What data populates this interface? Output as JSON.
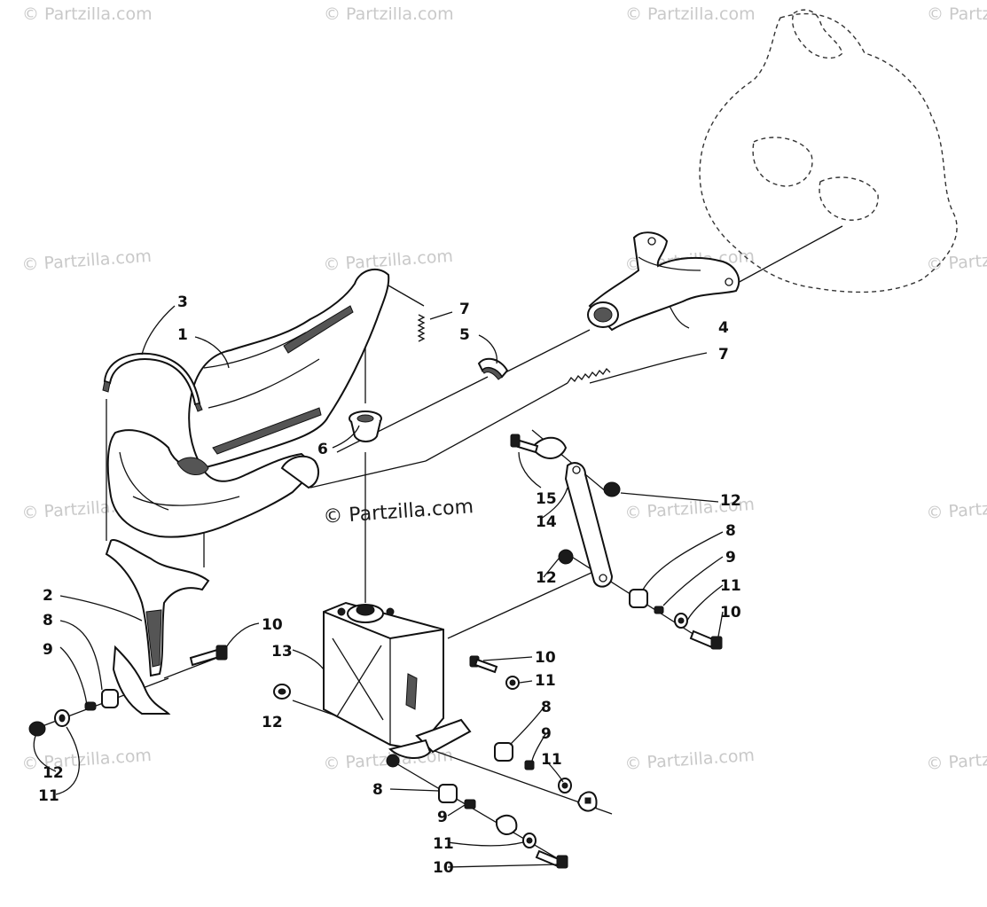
{
  "watermark": "© Partzilla.com",
  "callouts": {
    "c1": "1",
    "c2": "2",
    "c3": "3",
    "c4": "4",
    "c5": "5",
    "c6": "6",
    "c7a": "7",
    "c7b": "7",
    "c8a": "8",
    "c8b": "8",
    "c8c": "8",
    "c8d": "8",
    "c9a": "9",
    "c9b": "9",
    "c9c": "9",
    "c9d": "9",
    "c10a": "10",
    "c10b": "10",
    "c10c": "10",
    "c10d": "10",
    "c11a": "11",
    "c11b": "11",
    "c11c": "11",
    "c11d": "11",
    "c11e": "11",
    "c12a": "12",
    "c12b": "12",
    "c12c": "12",
    "c12d": "12",
    "c13": "13",
    "c14": "14",
    "c15": "15"
  }
}
